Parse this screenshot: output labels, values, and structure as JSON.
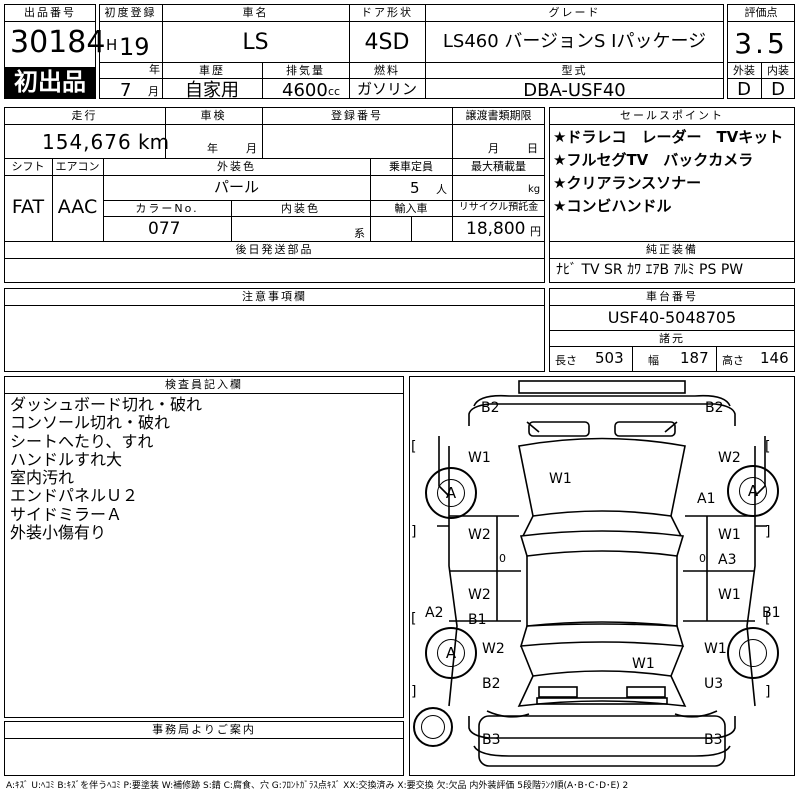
{
  "top": {
    "lot_header": "出品番号",
    "lot_number": "30184",
    "first_listing": "初出品",
    "first_reg_header": "初度登録",
    "era": "H",
    "year": "19",
    "year_unit": "年",
    "month": "7",
    "month_unit": "月",
    "name_header": "車名",
    "car_name": "LS",
    "history_header": "車歴",
    "history": "自家用",
    "disp_header": "排気量",
    "displacement": "4600",
    "disp_unit": "cc",
    "door_header": "ドア形状",
    "door": "4SD",
    "fuel_header": "燃料",
    "fuel": "ガソリン",
    "grade_header": "グレード",
    "grade": "LS460 バージョンS Iパッケージ",
    "model_header": "型式",
    "model": "DBA-USF40",
    "score_header": "評価点",
    "score": "3.5",
    "ext_header": "外装",
    "ext_grade": "D",
    "int_header": "内装",
    "int_grade": "D"
  },
  "mid": {
    "mileage_header": "走行",
    "mileage": "154,676",
    "mileage_unit": "km",
    "inspection_header": "車検",
    "insp_year_unit": "年",
    "insp_month_unit": "月",
    "reg_no_header": "登録番号",
    "transfer_header": "譲渡書類期限",
    "transfer_month_unit": "月",
    "transfer_day_unit": "日",
    "shift_header": "シフト",
    "shift": "FAT",
    "ac_header": "エアコン",
    "ac": "AAC",
    "color_header": "外装色",
    "color": "パール",
    "capacity_header": "乗車定員",
    "capacity": "5",
    "capacity_unit": "人",
    "load_header": "最大積載量",
    "load_unit": "kg",
    "color_no_header": "カラーNo.",
    "color_no": "077",
    "int_color_header": "内装色",
    "int_color_unit": "系",
    "import_header": "輸入車",
    "recycle_header": "リサイクル預託金",
    "recycle": "18,800",
    "recycle_unit": "円",
    "later_parts_header": "後日発送部品"
  },
  "sales": {
    "header": "セールスポイント",
    "points": [
      "★ドラレコ　レーダー　TVキット",
      "★フルセグTV　バックカメラ",
      "★クリアランスソナー",
      "★コンビハンドル"
    ]
  },
  "equipment": {
    "header": "純正装備",
    "items": "ﾅﾋﾞ TV SR ｶﾜ ｴｱB ｱﾙﾐ PS PW"
  },
  "caution": {
    "header": "注意事項欄"
  },
  "chassis": {
    "header": "車台番号",
    "number": "USF40-5048705",
    "dims_header": "諸元",
    "length_label": "長さ",
    "length": "503",
    "width_label": "幅",
    "width": "187",
    "height_label": "高さ",
    "height": "146"
  },
  "inspector": {
    "header": "検査員記入欄",
    "notes": [
      "ダッシュボード切れ・破れ",
      "コンソール切れ・破れ",
      "シートへたり、すれ",
      "ハンドルすれ大",
      "室内汚れ",
      "エンドパネルＵ２",
      "サイドミラーＡ",
      "外装小傷有り"
    ]
  },
  "office": {
    "header": "事務局よりご案内"
  },
  "diagram": {
    "marks": {
      "front_bumper_left": "B2",
      "front_bumper_right": "B2",
      "fender_fl": "W1",
      "fender_fr": "W2",
      "hood": "W1",
      "wheel_fl": "A",
      "wheel_fr": "A",
      "wheel_rl": "A",
      "fender_fr_a": "A1",
      "door_fl": "W2",
      "door_fr_w": "W1",
      "door_fr_a": "A3",
      "door_rl_w": "W2",
      "door_rl_b": "B1",
      "door_rr": "W1",
      "rocker_left": "A2",
      "rocker_right": "B1",
      "qtr_rl": "W2",
      "qtr_rr": "W1",
      "trunk": "W1",
      "rear_bumper_left": "B2",
      "rear_end": "U3",
      "rear_bottom_left": "B3",
      "rear_bottom_right": "B3",
      "zero_left": "0",
      "zero_right": "0",
      "bracket_open": "[",
      "bracket_close": "]"
    }
  },
  "legend": "A:ｷｽﾞ U:ﾍｺﾐ B:ｷｽﾞを伴うﾍｺﾐ P:要塗装 W:補修跡 S:錆 C:腐食、穴 G:ﾌﾛﾝﾄｶﾞﾗｽ点ｷｽﾞ XX:交換済み X:要交換 欠:欠品 内外装評価 5段階ﾗﾝｸ順(A･B･C･D･E) 2"
}
